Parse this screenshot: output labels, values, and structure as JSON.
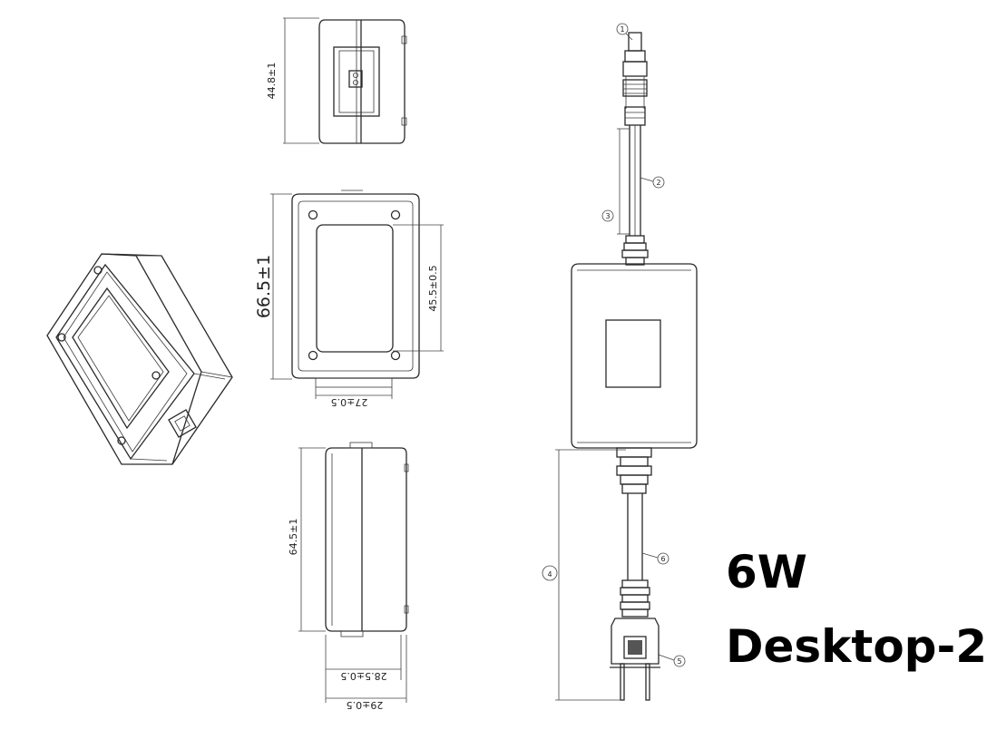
{
  "title": {
    "power": "6W",
    "model": "Desktop-2"
  },
  "dimensions": {
    "top_height": "44.8±1",
    "front_height": "66.5±1",
    "front_window": "45.5±0.5",
    "front_base_width": "27±0.5",
    "side_height": "64.5±1",
    "side_depth_inner": "28.5±0.5",
    "side_depth_outer": "29±0.5"
  },
  "callouts": {
    "c1": "1",
    "c2": "2",
    "c3": "3",
    "c4": "4",
    "c5": "5",
    "c6": "6"
  }
}
